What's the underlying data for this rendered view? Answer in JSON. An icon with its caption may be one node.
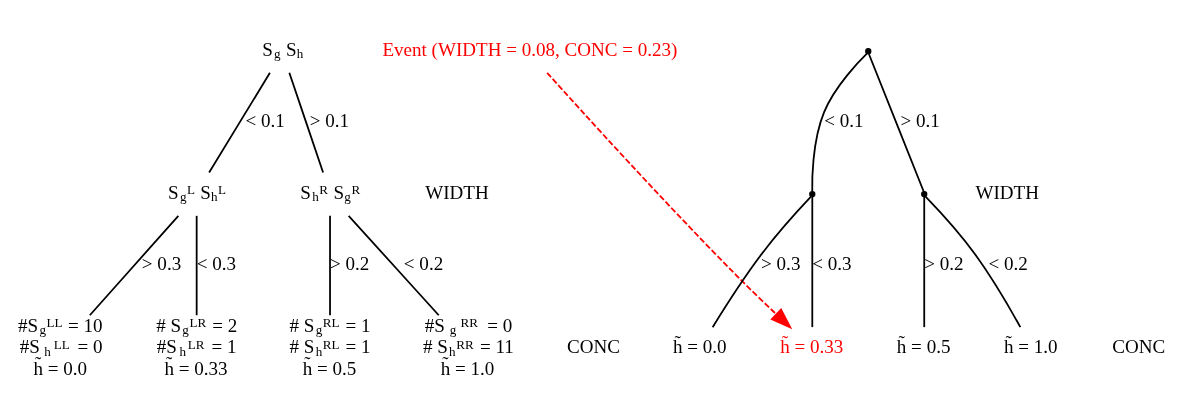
{
  "diagram": {
    "nodes": [
      {
        "text": [
          "S$_{g}$ S$_{h}$"
        ]
      },
      {
        "text": [
          "S$_{g}$$^{L}$ S$_{h}$$^{L}$"
        ]
      },
      {
        "text": [
          "S$_{h}$$^{R}$ S$_{g}$$^{R}$"
        ]
      },
      {
        "text": [
          "#S$_{g}$$^{LL}$ = 10",
          "#S$_{h}$$^{LL}$ = 0",
          "h̃ = 0.0"
        ]
      },
      {
        "text": [
          "# S$_{g}$$^{LR}$ = 2",
          "#S$_{h}$$^{LR}$ = 1",
          "h̃ = 0.33"
        ]
      },
      {
        "text": [
          "# S$_{g}$$^{RL}$ = 1",
          "# S$_{h}$$^{RL}$ = 1",
          "h̃ = 0.5"
        ]
      },
      {
        "text": [
          "#S$_{g}$$^{RR}$ = 0",
          "# S$_{h}$$^{RR}$ = 11",
          "h̃ = 1.0"
        ]
      },
      {
        "text": [
          "Event (WIDTH = 0.08, CONC = 0.23)"
        ]
      },
      {
        "text": [],
        "shape": "point"
      },
      {
        "text": [],
        "shape": "point"
      },
      {
        "text": [],
        "shape": "point"
      },
      {
        "text": [
          "h̃ = 0.0"
        ]
      },
      {
        "text": [
          "h̃ = 0.33"
        ]
      },
      {
        "text": [
          "h̃ = 0.5"
        ]
      },
      {
        "text": [
          "h̃ = 1.0"
        ]
      }
    ],
    "edges": [
      {
        "from": 0,
        "to": 1,
        "arrow": "none",
        "label": "< 0.1"
      },
      {
        "from": 0,
        "to": 2,
        "arrow": "none",
        "label": "> 0.1"
      },
      {
        "from": 1,
        "to": 3,
        "arrow": "none",
        "label": "> 0.3"
      },
      {
        "from": 1,
        "to": 4,
        "arrow": "none",
        "label": "< 0.3"
      },
      {
        "from": 2,
        "to": 5,
        "arrow": "none",
        "label": "> 0.2"
      },
      {
        "from": 2,
        "to": 6,
        "arrow": "none",
        "label": "< 0.2"
      },
      {
        "from": 8,
        "to": 9,
        "arrow": "none",
        "label": "< 0.1"
      },
      {
        "from": 8,
        "to": 10,
        "arrow": "none",
        "label": "> 0.1"
      },
      {
        "from": 9,
        "to": 11,
        "arrow": "none",
        "label": "> 0.3"
      },
      {
        "from": 9,
        "to": 12,
        "arrow": "none",
        "label": "< 0.3"
      },
      {
        "from": 10,
        "to": 13,
        "arrow": "none",
        "label": "> 0.2"
      },
      {
        "from": 10,
        "to": 14,
        "arrow": "none",
        "label": "< 0.2"
      },
      {
        "from": 7,
        "to": 12,
        "arrow": "to",
        "style": "dashed",
        "color": "#ff0000"
      }
    ],
    "labels": [
      "WIDTH",
      "CONC",
      "WIDTH",
      "CONC"
    ]
  }
}
